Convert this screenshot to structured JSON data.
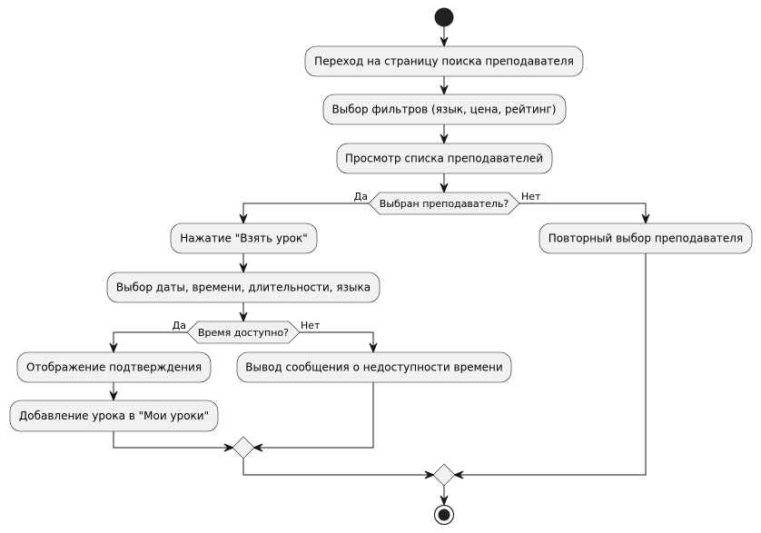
{
  "activities": {
    "a1": "Переход на страницу поиска преподавателя",
    "a2": "Выбор фильтров (язык, цена, рейтинг)",
    "a3": "Просмотр списка преподавателей",
    "a4": "Нажатие \"Взять урок\"",
    "a5": "Выбор даты, времени, длительности, языка",
    "a6": "Отображение подтверждения",
    "a7": "Добавление урока в \"Мои уроки\"",
    "a8": "Вывод сообщения о недоступности времени",
    "a9": "Повторный выбор преподавателя"
  },
  "decisions": {
    "d1": "Выбран преподаватель?",
    "d2": "Время доступно?"
  },
  "branches": {
    "yes": "Да",
    "no": "Нет"
  },
  "colors": {
    "node_fill": "#f1f1f1",
    "stroke": "#181818"
  }
}
